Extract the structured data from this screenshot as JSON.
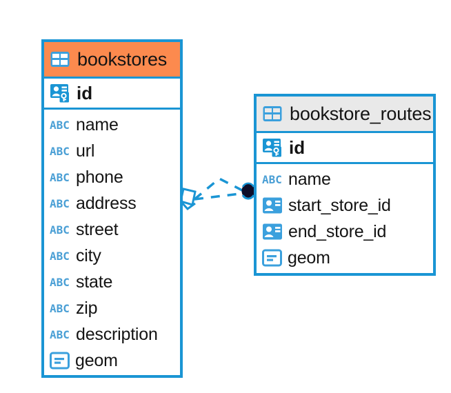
{
  "diagram": {
    "type": "entity-relationship-diagram",
    "background": "#ffffff",
    "accent_blue": "#1a95d4",
    "accent_orange": "#fc8a4e",
    "header_grey": "#e9e9e9",
    "text_color": "#141414"
  },
  "entities": [
    {
      "id": "bookstores",
      "name": "bookstores",
      "header_color": "#fc8a4e",
      "table_icon": "table-icon",
      "primary_key": {
        "name": "id",
        "icon": "primary-key-icon"
      },
      "fields": [
        {
          "name": "name",
          "icon": "abc-text-icon"
        },
        {
          "name": "url",
          "icon": "abc-text-icon"
        },
        {
          "name": "phone",
          "icon": "abc-text-icon"
        },
        {
          "name": "address",
          "icon": "abc-text-icon"
        },
        {
          "name": "street",
          "icon": "abc-text-icon"
        },
        {
          "name": "city",
          "icon": "abc-text-icon"
        },
        {
          "name": "state",
          "icon": "abc-text-icon"
        },
        {
          "name": "zip",
          "icon": "abc-text-icon"
        },
        {
          "name": "description",
          "icon": "abc-text-icon"
        },
        {
          "name": "geom",
          "icon": "geometry-icon"
        }
      ]
    },
    {
      "id": "bookstore_routes",
      "name": "bookstore_routes",
      "header_color": "#e9e9e9",
      "table_icon": "table-icon",
      "primary_key": {
        "name": "id",
        "icon": "primary-key-icon"
      },
      "fields": [
        {
          "name": "name",
          "icon": "abc-text-icon"
        },
        {
          "name": "start_store_id",
          "icon": "foreign-key-icon"
        },
        {
          "name": "end_store_id",
          "icon": "foreign-key-icon"
        },
        {
          "name": "geom",
          "icon": "geometry-icon"
        }
      ]
    }
  ],
  "relationship": {
    "from_entity": "bookstores",
    "to_entity": "bookstore_routes",
    "from_marker": "crows-foot-marker",
    "to_marker": "filled-circle-marker",
    "line_style": "dashed",
    "line_color": "#1a95d4"
  }
}
